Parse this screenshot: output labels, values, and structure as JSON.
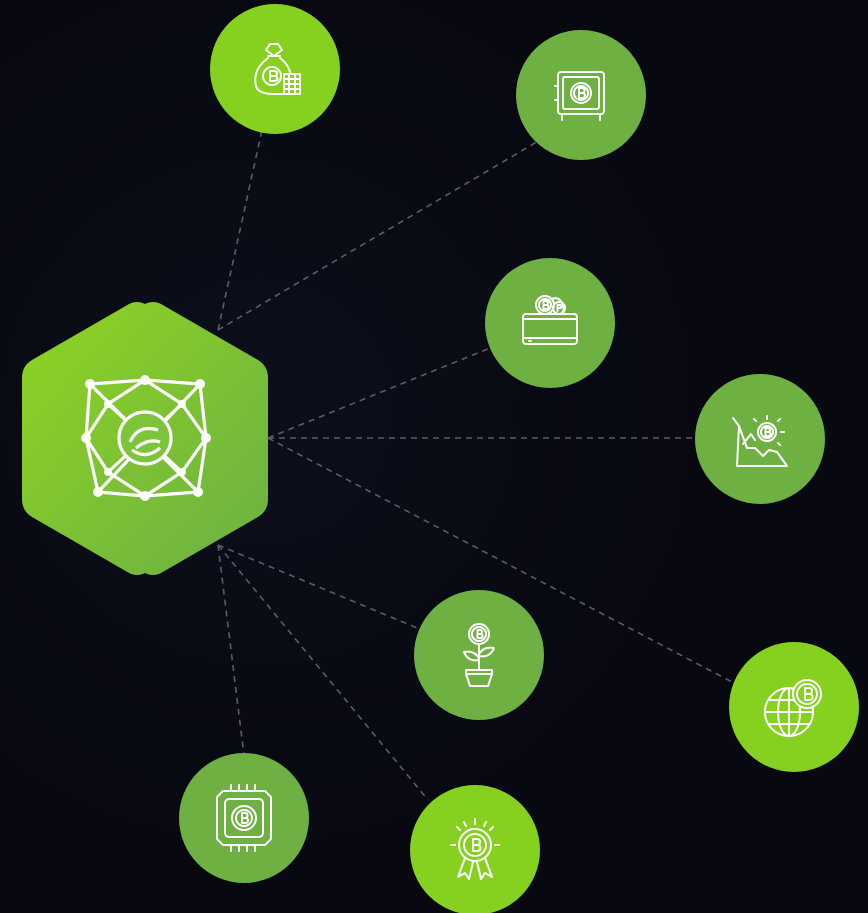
{
  "diagram": {
    "hub": {
      "icon": "blockchain-network-icon",
      "color": "#7ccc2a"
    },
    "nodes": [
      {
        "id": "money-bag",
        "icon": "bitcoin-money-bag-icon",
        "color": "#86d11f"
      },
      {
        "id": "safe",
        "icon": "bitcoin-safe-icon",
        "color": "#6fb043"
      },
      {
        "id": "wallet",
        "icon": "bitcoin-wallet-icon",
        "color": "#6fb043"
      },
      {
        "id": "mining",
        "icon": "bitcoin-mining-icon",
        "color": "#6fb043"
      },
      {
        "id": "plant",
        "icon": "bitcoin-growth-plant-icon",
        "color": "#6fb043"
      },
      {
        "id": "globe",
        "icon": "bitcoin-globe-icon",
        "color": "#86d11f"
      },
      {
        "id": "chip",
        "icon": "bitcoin-chip-icon",
        "color": "#6fb043"
      },
      {
        "id": "award",
        "icon": "bitcoin-award-badge-icon",
        "color": "#86d11f"
      }
    ],
    "link_color": "#5a5d66"
  }
}
